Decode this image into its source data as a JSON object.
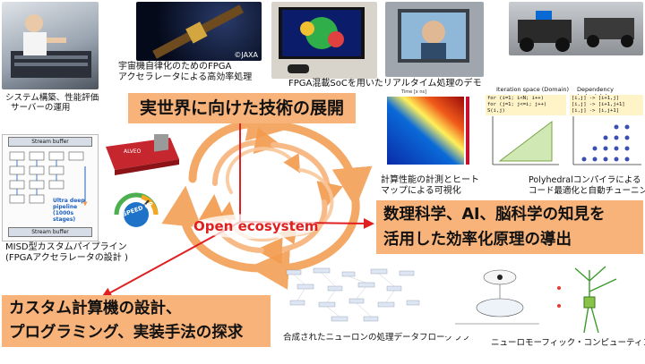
{
  "top": {
    "cap_system": [
      "システム構築、性能評価",
      "サーバーの運用"
    ],
    "cap_space": [
      "宇宙機自律化のためのFPGA",
      "アクセラレータによる高効率処理"
    ],
    "jaxa_credit": "©JAXA",
    "cap_fpga_soc": "FPGA混載SoCを用いたリアルタイム処理のデモ"
  },
  "banners": {
    "top": "実世界に向けた技術の展開",
    "right": [
      "数理科学、AI、脳科学の知見を",
      "活用した効率化原理の導出"
    ],
    "bottom_left": [
      "カスタム計算機の設計、",
      "プログラミング、実装手法の探求"
    ]
  },
  "center": {
    "label": "Open ecosystem"
  },
  "left": {
    "pipeline_title": "Stream buffer",
    "pipeline_bottom": "Stream buffer",
    "pipeline_note": [
      "Ultra deep pipeline",
      "(1000s stages)"
    ],
    "cap_misd": [
      "MISD型カスタムパイプライン",
      "(FPGAアクセラレータの設計 )"
    ],
    "speed_badge": "SPEED UP",
    "alveo_label": "ALVEO"
  },
  "right": {
    "heatmap_title": "Time [x ns]",
    "cap_heatmap": [
      "計算性能の計測とヒート",
      "マップによる可視化"
    ],
    "polyhedral_iter_title": "Iteration space (Domain)",
    "polyhedral_dep_title": "Dependency (schedule)",
    "code_lines": [
      "for (i=1; i<N; i++)",
      "  for (j=1; j<=i; j++)",
      "    S(i,j)"
    ],
    "dep_lines": [
      "[i,j] -> [i+1,j]",
      "[i,j] -> [i+1,j+1]",
      "[i,j] -> [i,j+1]"
    ],
    "cap_polyhedral": [
      "Polyhedralコンパイラによる",
      "コード最適化と自動チューニング"
    ]
  },
  "bottom": {
    "cap_neuron_graph": "合成されたニューロンの処理データフローグラフ",
    "cap_neuromorphic": "ニューロモーフィック・コンピューティング"
  },
  "colors": {
    "banner": "#f7b37a",
    "arrow_orange": "#f39a4c",
    "axis_red": "#e02020",
    "center_text": "#e02020"
  }
}
